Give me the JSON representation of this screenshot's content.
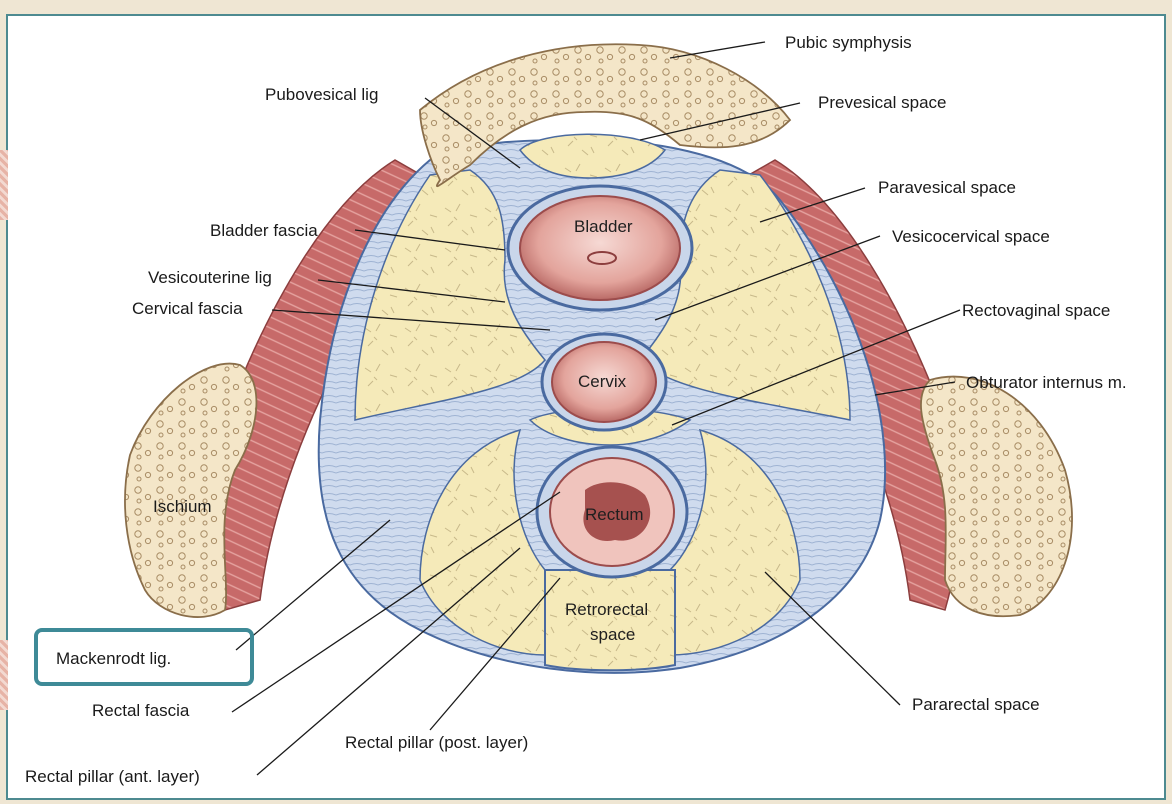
{
  "labels": {
    "pubic_symphysis": "Pubic symphysis",
    "pubovesical_lig": "Pubovesical lig",
    "prevesical_space": "Prevesical space",
    "paravesical_space": "Paravesical space",
    "bladder_fascia": "Bladder fascia",
    "vesicocervical_space": "Vesicocervical space",
    "vesicouterine_lig": "Vesicouterine lig",
    "cervical_fascia": "Cervical fascia",
    "rectovaginal_space": "Rectovaginal space",
    "obturator_internus": "Obturator internus m.",
    "ischium": "Ischium",
    "mackenrodt_lig": "Mackenrodt lig.",
    "rectal_fascia": "Rectal fascia",
    "rectal_pillar_post": "Rectal pillar (post. layer)",
    "rectal_pillar_ant": "Rectal pillar (ant. layer)",
    "pararectal_space": "Pararectal space"
  },
  "organs": {
    "bladder": "Bladder",
    "cervix": "Cervix",
    "rectum": "Rectum",
    "retrorectal_line1": "Retrorectal",
    "retrorectal_line2": "space"
  },
  "highlight": {
    "target": "Mackenrodt lig.",
    "color": "#3e8a97"
  },
  "colors": {
    "bone": "#f4e6c8",
    "fat": "#f5eab9",
    "fascia": "#c9d6ea",
    "muscle": "#c76a69",
    "organ": "#d98c86"
  }
}
